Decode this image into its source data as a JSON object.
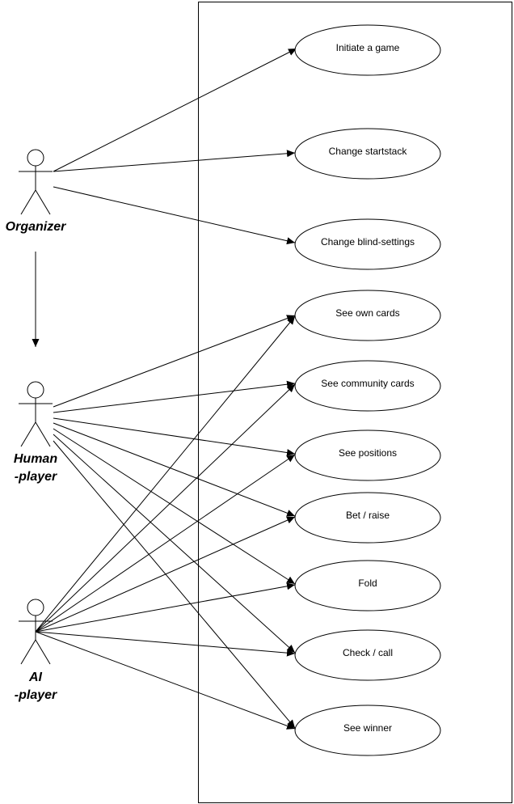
{
  "diagram": {
    "type": "use-case",
    "actors": [
      {
        "id": "organizer",
        "label_lines": [
          "Organizer"
        ]
      },
      {
        "id": "human",
        "label_lines": [
          "Human",
          "-player"
        ]
      },
      {
        "id": "ai",
        "label_lines": [
          "AI",
          "-player"
        ]
      }
    ],
    "use_cases": [
      {
        "id": "initiate",
        "label": "Initiate a game"
      },
      {
        "id": "startstack",
        "label": "Change startstack"
      },
      {
        "id": "blinds",
        "label": "Change blind-settings"
      },
      {
        "id": "own_cards",
        "label": "See own cards"
      },
      {
        "id": "community",
        "label": "See community cards"
      },
      {
        "id": "positions",
        "label": "See positions"
      },
      {
        "id": "bet",
        "label": "Bet / raise"
      },
      {
        "id": "fold",
        "label": "Fold"
      },
      {
        "id": "check",
        "label": "Check / call"
      },
      {
        "id": "winner",
        "label": "See winner"
      }
    ],
    "associations": [
      {
        "from": "organizer",
        "to": "initiate"
      },
      {
        "from": "organizer",
        "to": "startstack"
      },
      {
        "from": "organizer",
        "to": "blinds"
      },
      {
        "from": "human",
        "to": "own_cards"
      },
      {
        "from": "human",
        "to": "community"
      },
      {
        "from": "human",
        "to": "positions"
      },
      {
        "from": "human",
        "to": "bet"
      },
      {
        "from": "human",
        "to": "fold"
      },
      {
        "from": "human",
        "to": "check"
      },
      {
        "from": "human",
        "to": "winner"
      },
      {
        "from": "ai",
        "to": "own_cards"
      },
      {
        "from": "ai",
        "to": "community"
      },
      {
        "from": "ai",
        "to": "positions"
      },
      {
        "from": "ai",
        "to": "bet"
      },
      {
        "from": "ai",
        "to": "fold"
      },
      {
        "from": "ai",
        "to": "check"
      },
      {
        "from": "ai",
        "to": "winner"
      }
    ],
    "generalizations": [
      {
        "from": "organizer",
        "to": "human"
      }
    ]
  }
}
